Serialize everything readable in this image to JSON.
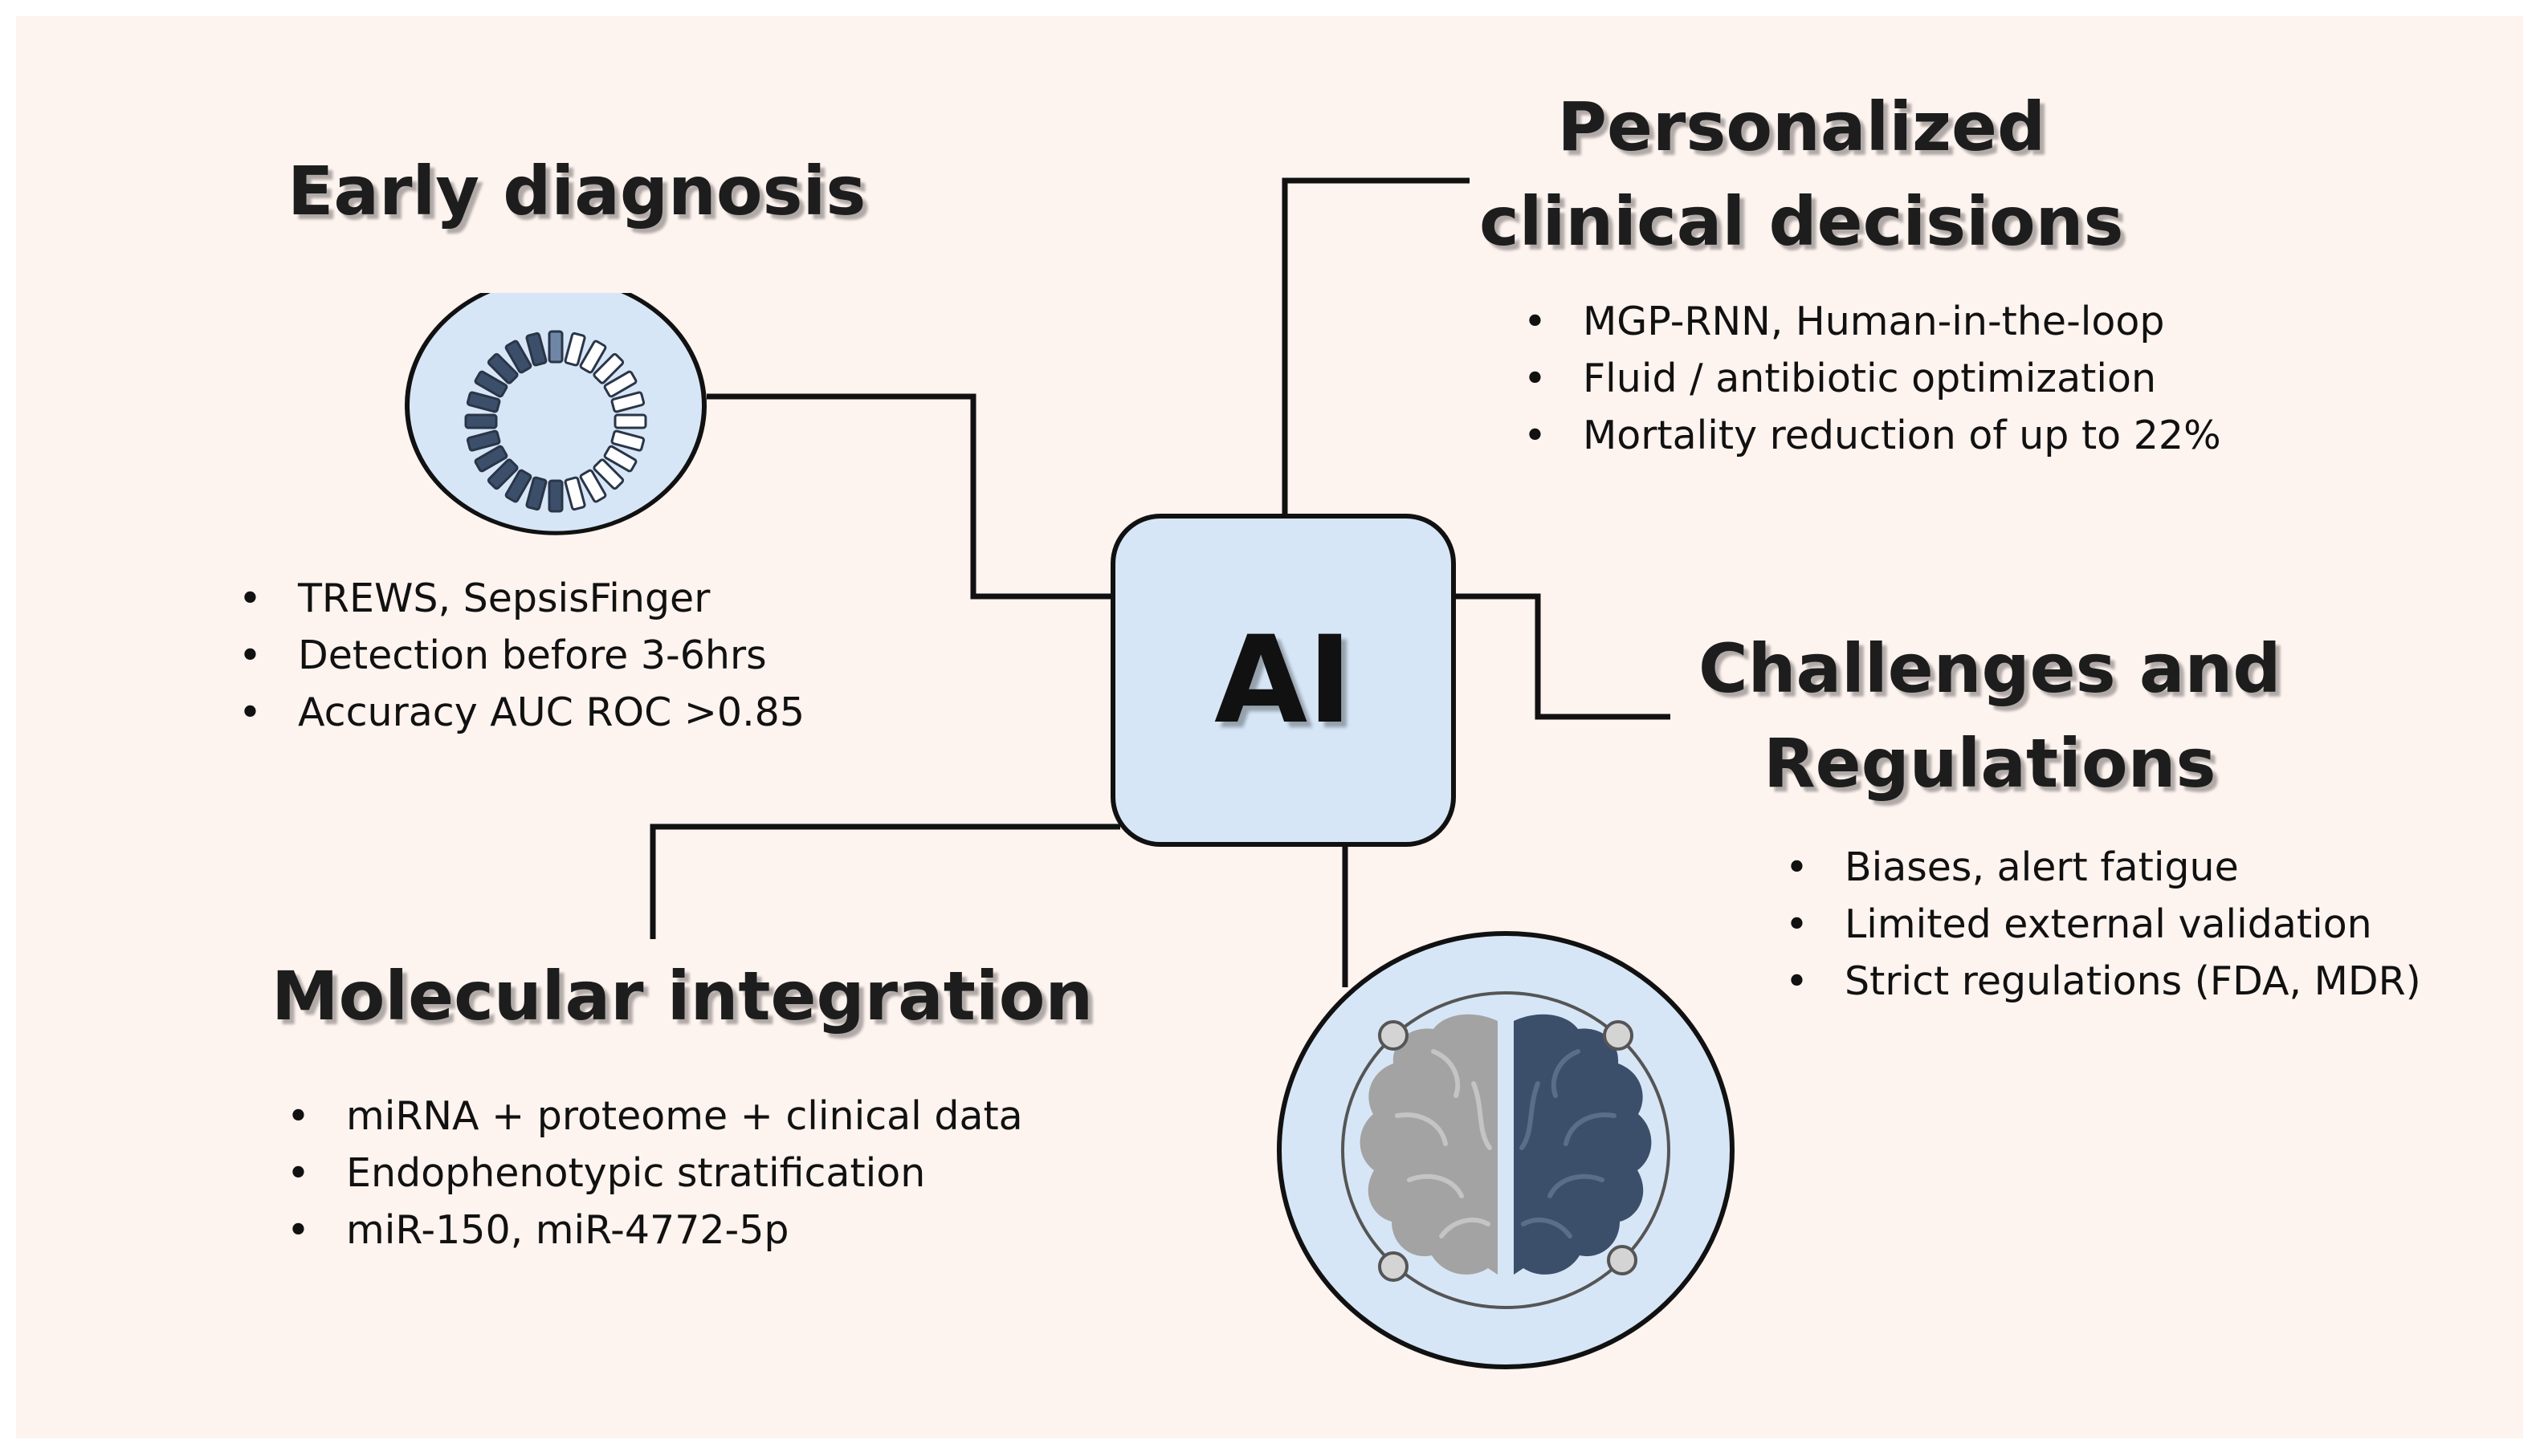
{
  "center": {
    "label": "AI"
  },
  "colors": {
    "background": "#fdf3ef",
    "panel_fill": "#d6e6f6",
    "brain_left": "#a3a3a3",
    "brain_right": "#3c4f6a",
    "spinner_dark": "#3c4f6a"
  },
  "icons": {
    "early_diagnosis": "loading-spinner-icon",
    "molecular_integration": "brain-icon"
  },
  "sections": {
    "early_diagnosis": {
      "title": "Early diagnosis",
      "items": [
        "TREWS, SepsisFinger",
        "Detection before 3-6hrs",
        "Accuracy AUC ROC >0.85"
      ]
    },
    "personalized": {
      "title_line1": "Personalized",
      "title_line2": "clinical decisions",
      "items": [
        "MGP-RNN, Human-in-the-loop",
        "Fluid / antibiotic optimization",
        "Mortality reduction of up to 22%"
      ]
    },
    "challenges": {
      "title_line1": "Challenges and",
      "title_line2": "Regulations",
      "items": [
        "Biases, alert fatigue",
        "Limited external validation",
        "Strict regulations (FDA, MDR)"
      ]
    },
    "molecular": {
      "title": "Molecular integration",
      "items": [
        "miRNA + proteome + clinical data",
        "Endophenotypic stratification",
        "miR-150, miR-4772-5p"
      ]
    }
  }
}
